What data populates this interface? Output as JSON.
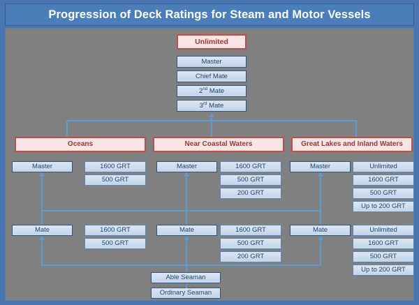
{
  "header": {
    "title": "Progression of Deck Ratings for Steam and Motor Vessels"
  },
  "colors": {
    "frame": "#4a77b4",
    "title_bar": "#4a7ebb",
    "canvas": "#808080",
    "blue_box_fill": "#dce6f2",
    "blue_box_border": "#31577f",
    "blue_box_text": "#23476f",
    "red_box_fill": "#f7e4e4",
    "red_box_border": "#c0504d",
    "red_box_text": "#9e3a38",
    "connector": "#5b9bd5"
  },
  "top_chain": {
    "top_box": "Unlimited",
    "steps": [
      "Master",
      "Chief Mate",
      "2|nd| Mate",
      "3|rd| Mate"
    ],
    "step_plain": [
      "Master",
      "Chief Mate",
      "2nd Mate",
      "3rd Mate"
    ]
  },
  "categories": [
    {
      "label": "Oceans"
    },
    {
      "label": "Near Coastal Waters"
    },
    {
      "label": "Great Lakes and Inland Waters"
    }
  ],
  "master_row": {
    "role_label": "Master",
    "columns": [
      {
        "category": "Oceans",
        "tonnages": [
          "1600 GRT",
          "500 GRT"
        ]
      },
      {
        "category": "Near Coastal Waters",
        "tonnages": [
          "1600 GRT",
          "500 GRT",
          "200 GRT"
        ]
      },
      {
        "category": "Great Lakes and Inland Waters",
        "tonnages": [
          "Unlimited",
          "1600 GRT",
          "500 GRT",
          "Up to 200 GRT"
        ]
      }
    ]
  },
  "mate_row": {
    "role_label": "Mate",
    "columns": [
      {
        "category": "Oceans",
        "tonnages": [
          "1600 GRT",
          "500 GRT"
        ]
      },
      {
        "category": "Near Coastal Waters",
        "tonnages": [
          "1600 GRT",
          "500 GRT",
          "200 GRT"
        ]
      },
      {
        "category": "Great Lakes and Inland Waters",
        "tonnages": [
          "Unlimited",
          "1600 GRT",
          "500 GRT",
          "Up to 200 GRT"
        ]
      }
    ]
  },
  "bottom_chain": {
    "boxes": [
      "Able Seaman",
      "Ordinary Seaman"
    ]
  }
}
